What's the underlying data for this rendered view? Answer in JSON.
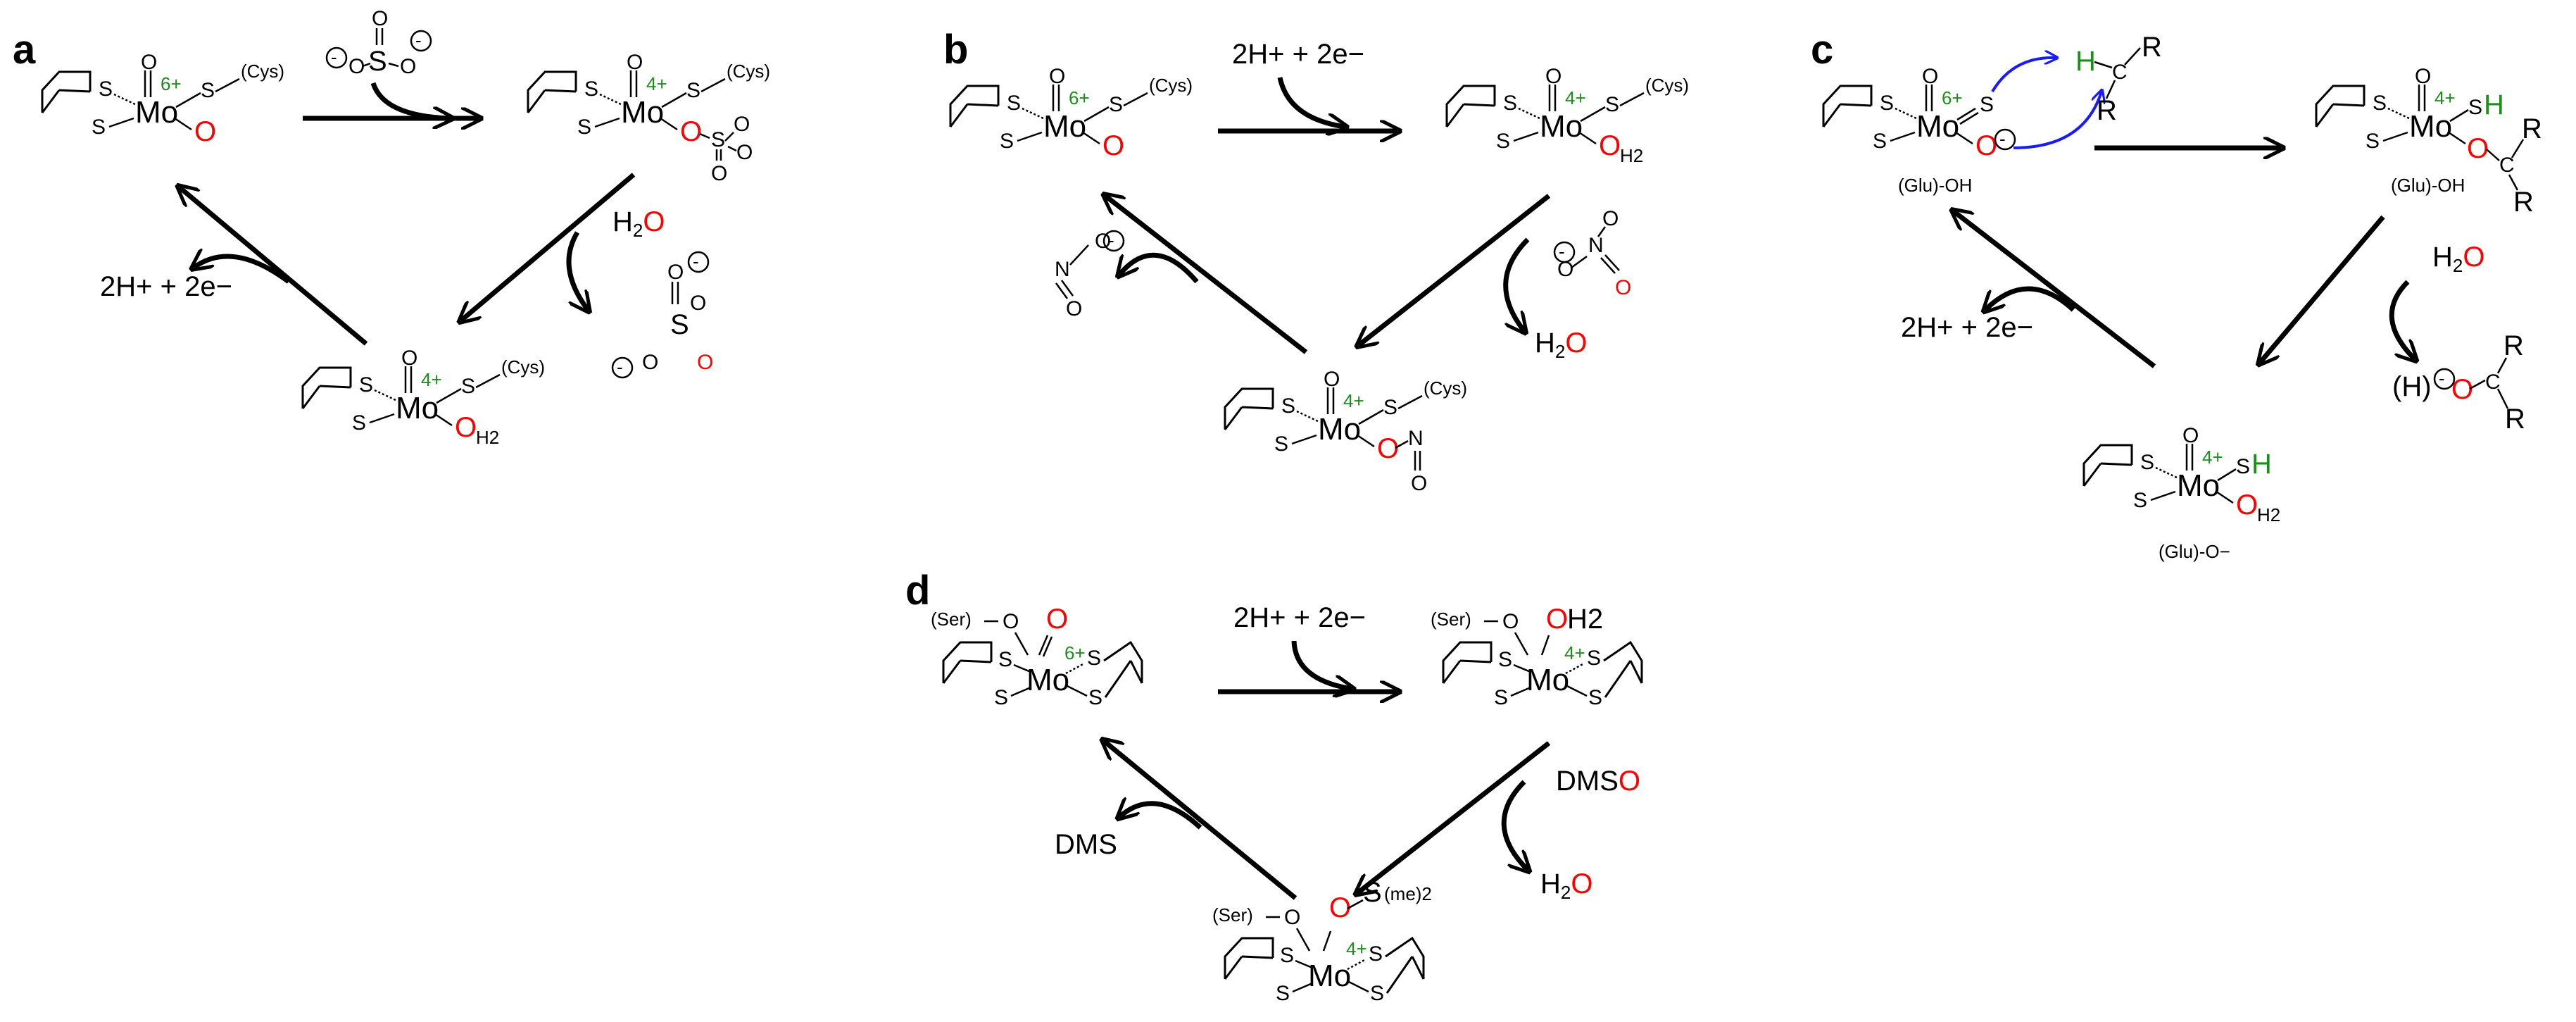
{
  "panels": {
    "a": {
      "label": "a",
      "substrate": {
        "minus1": "-",
        "S": "S",
        "O": "O",
        "minus2": "-"
      },
      "product": {
        "O1": "O",
        "S": "S",
        "O2": "O",
        "minus1": "-",
        "minus2": "-"
      },
      "water": "H2O",
      "protons": "2H+ + 2e−",
      "complex1": {
        "S1": "S",
        "S2": "S",
        "Mo": "Mo",
        "ox": "6+",
        "Ooxo": "O",
        "S3": "S",
        "cys": "(Cys)",
        "Ored": "O"
      },
      "complex2": {
        "S1": "S",
        "S2": "S",
        "Mo": "Mo",
        "ox": "4+",
        "Ooxo": "O",
        "S3": "S",
        "cys": "(Cys)",
        "Ored": "O",
        "S4": "S",
        "O1": "O",
        "O2": "O",
        "O3": "O"
      },
      "complex3": {
        "S1": "S",
        "S2": "S",
        "Mo": "Mo",
        "ox": "4+",
        "Ooxo": "O",
        "S3": "S",
        "cys": "(Cys)",
        "Ored": "O",
        "H2": "H2"
      }
    },
    "b": {
      "label": "b",
      "protons": "2H+ + 2e−",
      "nitrate": {
        "minus": "-",
        "O": "O",
        "N": "N",
        "O2": "O",
        "O3": "O"
      },
      "water": "H2O",
      "nitrite": {
        "minus": "-",
        "O": "O",
        "N": "N",
        "O2": "O"
      },
      "complex1": {
        "S1": "S",
        "S2": "S",
        "Mo": "Mo",
        "ox": "6+",
        "Ooxo": "O",
        "S3": "S",
        "cys": "(Cys)",
        "Ored": "O"
      },
      "complex2": {
        "S1": "S",
        "S2": "S",
        "Mo": "Mo",
        "ox": "4+",
        "Ooxo": "O",
        "S3": "S",
        "cys": "(Cys)",
        "Ored": "O",
        "H2": "H2"
      },
      "complex3": {
        "S1": "S",
        "S2": "S",
        "Mo": "Mo",
        "ox": "4+",
        "Ooxo": "O",
        "S3": "S",
        "cys": "(Cys)",
        "Ored": "O",
        "N": "N",
        "O2": "O"
      }
    },
    "c": {
      "label": "c",
      "complex1": {
        "S1": "S",
        "S2": "S",
        "Mo": "Mo",
        "ox": "6+",
        "Ooxo": "O",
        "S3": "S",
        "Ored": "O",
        "minus": "-",
        "glu": "(Glu)-OH"
      },
      "substrate": {
        "H": "H",
        "C": "C",
        "R1": "R",
        "R2": "R"
      },
      "complex2": {
        "S1": "S",
        "S2": "S",
        "Mo": "Mo",
        "ox": "4+",
        "Ooxo": "O",
        "S3": "S",
        "H": "H",
        "O": "O",
        "C": "C",
        "R1": "R",
        "R2": "R",
        "glu": "(Glu)-OH"
      },
      "water": "H2O",
      "product": {
        "H": "(H)",
        "minus": "-",
        "O": "O",
        "C": "C",
        "R1": "R",
        "R2": "R"
      },
      "protons": "2H+ + 2e−",
      "complex3": {
        "S1": "S",
        "S2": "S",
        "Mo": "Mo",
        "ox": "4+",
        "Ooxo": "O",
        "S3": "S",
        "H": "H",
        "Ored": "O",
        "H2": "H2",
        "glu": "(Glu)-O−"
      }
    },
    "d": {
      "label": "d",
      "protons": "2H+ + 2e−",
      "dmso": "DMSO",
      "water": "H2O",
      "dms": "DMS",
      "complex1": {
        "ser": "(Ser)",
        "O": "O",
        "Ored": "O",
        "Mo": "Mo",
        "ox": "6+",
        "S1": "S",
        "S2": "S",
        "S3": "S",
        "S4": "S"
      },
      "complex2": {
        "ser": "(Ser)",
        "O": "O",
        "Ored": "O",
        "H2": "H2",
        "Mo": "Mo",
        "ox": "4+",
        "S1": "S",
        "S2": "S",
        "S3": "S",
        "S4": "S"
      },
      "complex3": {
        "ser": "(Ser)",
        "O": "O",
        "Ored": "O",
        "S": "S",
        "me": "(me)2",
        "Mo": "Mo",
        "ox": "4+",
        "S1": "S",
        "S2": "S",
        "S3": "S",
        "S4": "S"
      }
    }
  }
}
